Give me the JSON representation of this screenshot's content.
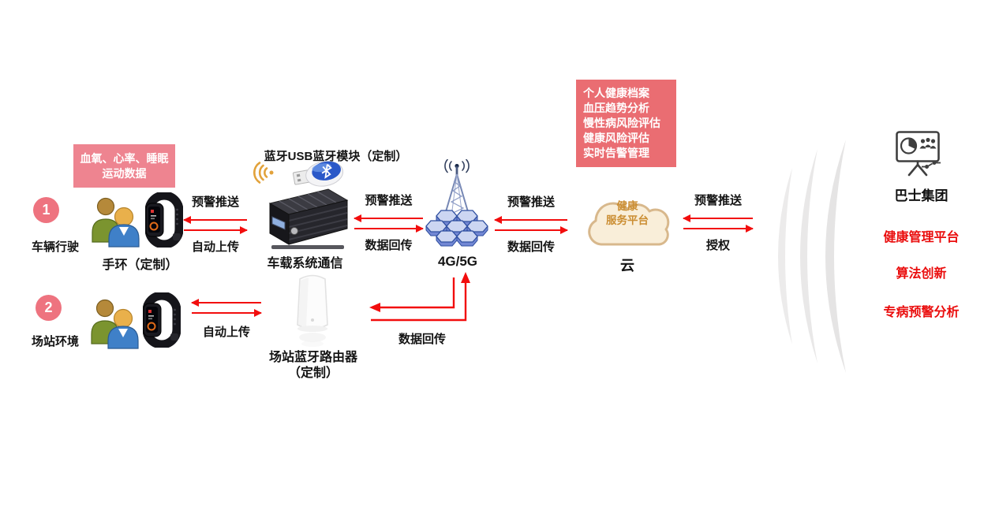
{
  "colors": {
    "arrow_red": "#f20d0d",
    "pink_box": "#ee8490",
    "badge_pink": "#ee737f",
    "services_box_red": "#ea6d72",
    "cloud_fill": "#f9eed9",
    "cloud_border": "#d8b88c",
    "cloud_text_orange": "#cb8e33",
    "right_text_red": "#ea0d0d"
  },
  "row1": {
    "badge": "1",
    "label": "车辆行驶",
    "device_label": "手环（定制）",
    "data_box": {
      "line1": "血氧、心率、睡眠",
      "line2": "运动数据"
    }
  },
  "row2": {
    "badge": "2",
    "label": "场站环境",
    "router_label_line1": "场站蓝牙路由器",
    "router_label_line2": "（定制）"
  },
  "vehicle": {
    "module_title": "蓝牙USB蓝牙模块（定制）",
    "label": "车载系统通信"
  },
  "network": {
    "label": "4G/5G"
  },
  "cloud": {
    "line1": "健康",
    "line2": "服务平台",
    "label": "云"
  },
  "cloud_services": {
    "lines": [
      "个人健康档案",
      "血压趋势分析",
      "慢性病风险评估",
      "健康风险评估",
      "实时告警管理"
    ]
  },
  "links": {
    "band_to_vehicle": {
      "top": "预警推送",
      "bottom": "自动上传"
    },
    "vehicle_to_tower": {
      "top": "预警推送",
      "bottom": "数据回传"
    },
    "tower_to_cloud": {
      "top": "预警推送",
      "bottom": "数据回传"
    },
    "cloud_to_group": {
      "top": "预警推送",
      "bottom": "授权"
    },
    "band_to_router": {
      "bottom": "自动上传"
    },
    "router_to_tower": {
      "bottom": "数据回传"
    }
  },
  "right_panel": {
    "org": "巴士集团",
    "items": [
      "健康管理平台",
      "算法创新",
      "专病预警分析"
    ]
  }
}
